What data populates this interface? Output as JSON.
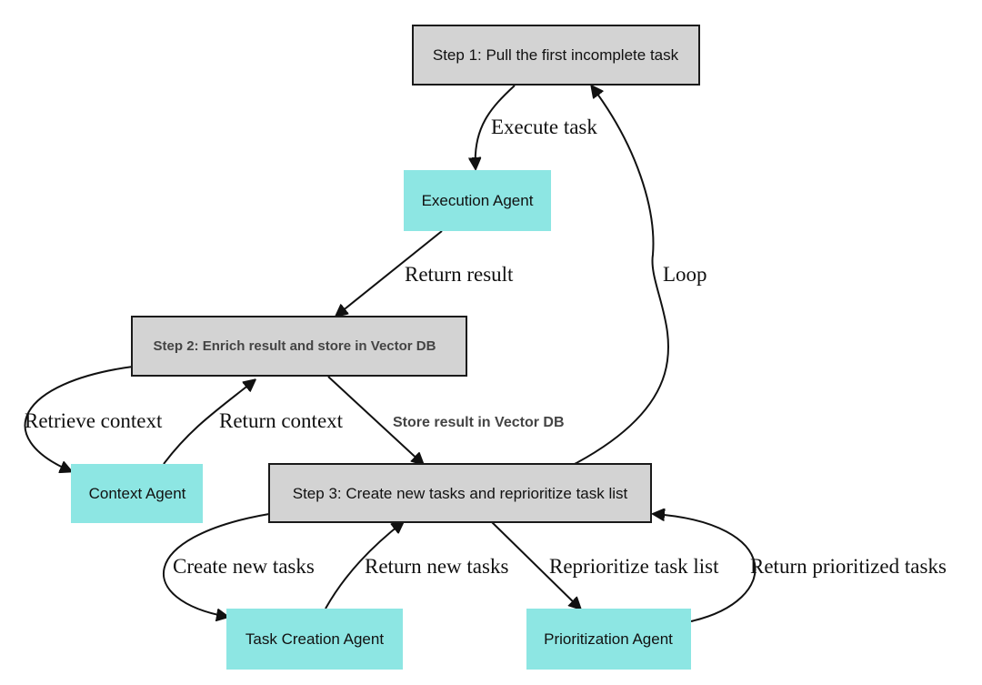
{
  "nodes": {
    "step1": "Step 1: Pull the first incomplete task",
    "execution_agent": "Execution Agent",
    "step2": "Step 2: Enrich result and store in Vector DB",
    "context_agent": "Context Agent",
    "step3": "Step 3: Create new tasks and reprioritize task list",
    "task_creation_agent": "Task Creation Agent",
    "prioritization_agent": "Prioritization Agent"
  },
  "edges": {
    "execute_task": "Execute task",
    "return_result": "Return result",
    "loop": "Loop",
    "retrieve_context": "Retrieve context",
    "return_context": "Return context",
    "store_result": "Store result in Vector DB",
    "create_new_tasks": "Create new tasks",
    "return_new_tasks": "Return new tasks",
    "reprioritize_task_list": "Reprioritize task list",
    "return_prioritized_tasks": "Return prioritized tasks"
  },
  "colors": {
    "step_fill": "#d3d3d3",
    "agent_fill": "#8de6e3",
    "stroke": "#111111"
  }
}
